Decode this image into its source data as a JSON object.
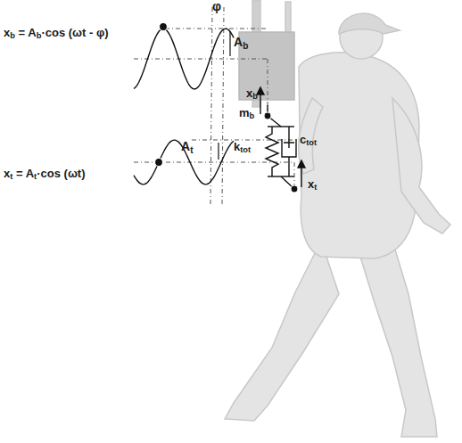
{
  "diagram": {
    "labels": [
      "φ",
      "xb = Ab·cos (ωt - φ)",
      "Ab",
      "xb",
      "mb",
      "ktot",
      "ctot",
      "At",
      "xt = At·cos (ωt)",
      "xt"
    ]
  }
}
